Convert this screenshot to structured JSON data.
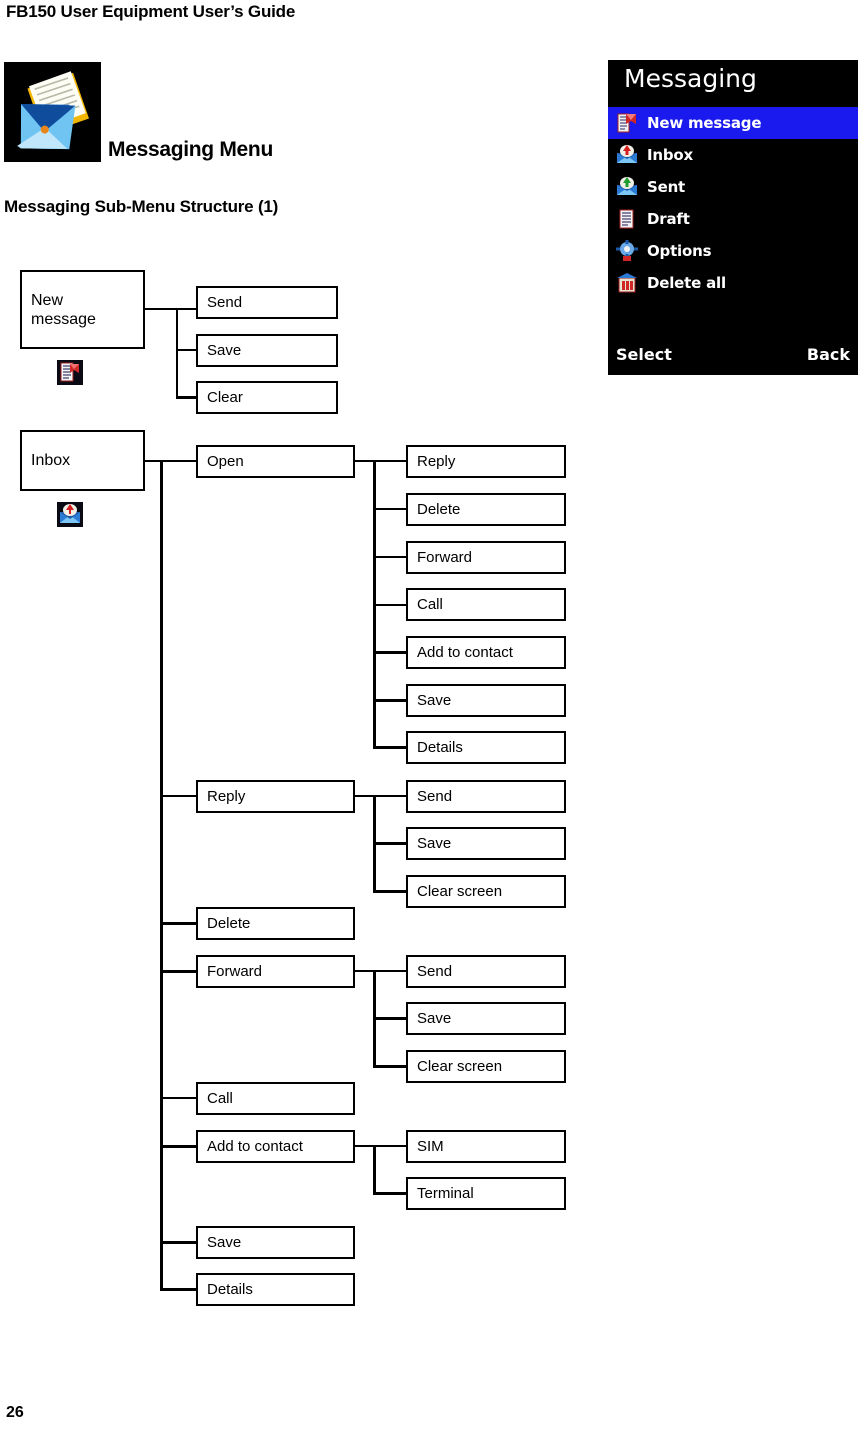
{
  "document": {
    "header": "FB150 User Equipment User’s Guide",
    "page_number": "26"
  },
  "menu_section": {
    "icon": "messaging-envelope-icon",
    "title": "Messaging Menu",
    "sub_title": "Messaging Sub-Menu Structure (1)"
  },
  "phone_screen": {
    "title": "Messaging",
    "items": [
      {
        "label": "New message",
        "icon": "new-message-icon",
        "selected": true
      },
      {
        "label": "Inbox",
        "icon": "inbox-icon",
        "selected": false
      },
      {
        "label": "Sent",
        "icon": "sent-icon",
        "selected": false
      },
      {
        "label": "Draft",
        "icon": "draft-icon",
        "selected": false
      },
      {
        "label": "Options",
        "icon": "options-icon",
        "selected": false
      },
      {
        "label": "Delete all",
        "icon": "delete-all-icon",
        "selected": false
      }
    ],
    "softkey_left": "Select",
    "softkey_right": "Back",
    "colors": {
      "background": "#000000",
      "text": "#ffffff",
      "highlight": "#1a1aee"
    }
  },
  "diagram": {
    "branch_new_message": {
      "root_line1": "New",
      "root_line2": "message",
      "root_badge_icon": "new-message-badge-icon",
      "children": [
        {
          "label": "Send"
        },
        {
          "label": "Save"
        },
        {
          "label": "Clear"
        }
      ]
    },
    "branch_inbox": {
      "root": "Inbox",
      "root_badge_icon": "inbox-badge-icon",
      "children": [
        {
          "label": "Open",
          "children": [
            {
              "label": "Reply"
            },
            {
              "label": "Delete"
            },
            {
              "label": "Forward"
            },
            {
              "label": "Call"
            },
            {
              "label": "Add to contact"
            },
            {
              "label": "Save"
            },
            {
              "label": "Details"
            }
          ]
        },
        {
          "label": "Reply",
          "children": [
            {
              "label": "Send"
            },
            {
              "label": "Save"
            },
            {
              "label": "Clear screen"
            }
          ]
        },
        {
          "label": "Delete",
          "children": []
        },
        {
          "label": "Forward",
          "children": [
            {
              "label": "Send"
            },
            {
              "label": "Save"
            },
            {
              "label": "Clear screen"
            }
          ]
        },
        {
          "label": "Call",
          "children": []
        },
        {
          "label": "Add to contact",
          "children": [
            {
              "label": "SIM"
            },
            {
              "label": "Terminal"
            }
          ]
        },
        {
          "label": "Save",
          "children": []
        },
        {
          "label": "Details",
          "children": []
        }
      ]
    }
  }
}
